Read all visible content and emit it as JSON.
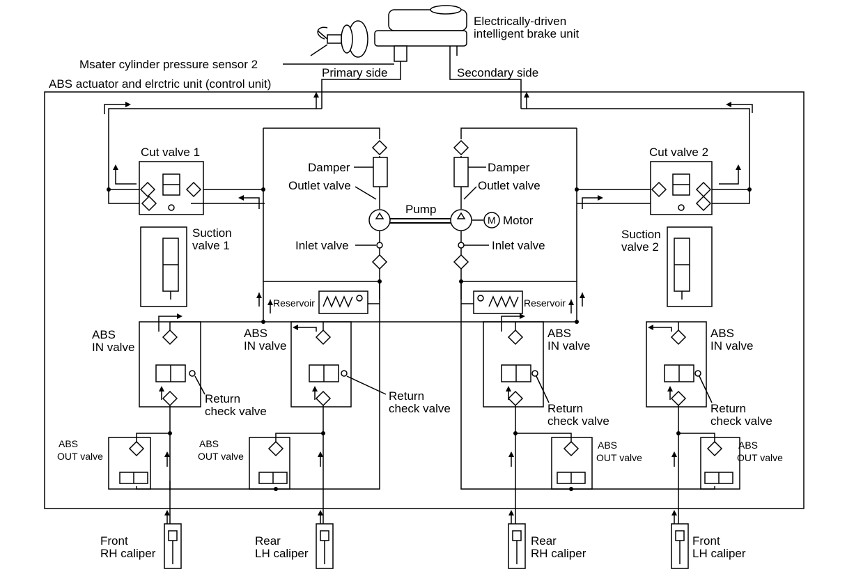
{
  "labels": {
    "brake_unit_l1": "Electrically-driven",
    "brake_unit_l2": "intelligent brake unit",
    "mc_sensor": "Msater cylinder pressure sensor 2",
    "primary_side": "Primary side",
    "secondary_side": "Secondary side",
    "abs_actuator": "ABS actuator and elrctric unit (control unit)",
    "cut_valve_1": "Cut valve 1",
    "cut_valve_2": "Cut valve 2",
    "suction_1_l1": "Suction",
    "suction_1_l2": "valve 1",
    "suction_2_l1": "Suction",
    "suction_2_l2": "valve 2",
    "damper": "Damper",
    "outlet_valve": "Outlet valve",
    "inlet_valve": "Inlet valve",
    "pump": "Pump",
    "motor": "Motor",
    "motor_symbol": "M",
    "reservoir": "Reservoir",
    "abs_in_l1": "ABS",
    "abs_in_l2": "IN valve",
    "abs_out_l1": "ABS",
    "abs_out_l2": "OUT valve",
    "return_check_l1": "Return",
    "return_check_l2": "check valve",
    "front_l1": "Front",
    "rear_l1": "Rear",
    "rh_caliper": "RH caliper",
    "lh_caliper": "LH caliper"
  }
}
